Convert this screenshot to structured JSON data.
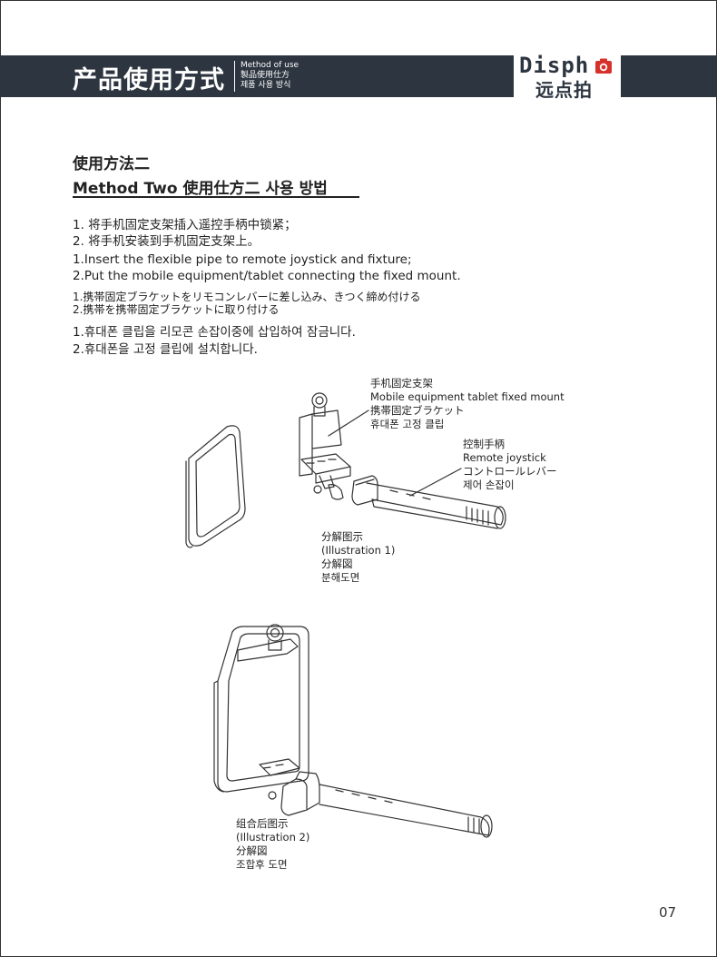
{
  "header": {
    "title": "产品使用方式",
    "sub_en": "Method of use",
    "sub_ja": "製品使用仕方",
    "sub_ko": "제품 사용 방식"
  },
  "logo": {
    "top_text": "Disph",
    "bottom_text": "远点拍",
    "accent_color": "#d7312b",
    "icon": "camera-icon"
  },
  "section": {
    "title_cn": "使用方法二",
    "title_multi": "Method Two 使用仕方二 사용 방법"
  },
  "instructions": {
    "cn": [
      "1. 将手机固定支架插入遥控手柄中锁紧；",
      "2. 将手机安装到手机固定支架上。"
    ],
    "en": [
      "1.Insert the flexible pipe to remote joystick and fixture;",
      "2.Put the mobile equipment/tablet connecting the fixed mount."
    ],
    "ja": [
      "1.携帯固定ブラケットをリモコンレバーに差し込み、きつく締め付ける",
      "2.携帯を携帯固定ブラケットに取り付ける"
    ],
    "ko": [
      "1.휴대폰 클립을 리모콘 손잡이중에 삽입하여 잠금니다.",
      "2.휴대폰을 고정 클립에 설치합니다."
    ]
  },
  "labels": {
    "mount": [
      "手机固定支架",
      "Mobile equipment tablet fixed mount",
      "携帯固定ブラケット",
      "휴대폰 고정 클립"
    ],
    "joystick": [
      "控制手柄",
      "Remote joystick",
      "コントロールレバー",
      "제어 손잡이"
    ],
    "illustration1": [
      "分解图示",
      "(Illustration  1)",
      "分解図",
      "분해도면"
    ],
    "illustration2": [
      "组合后图示",
      "(Illustration   2)",
      "分解図",
      "조합후 도면"
    ]
  },
  "page_number": "07"
}
